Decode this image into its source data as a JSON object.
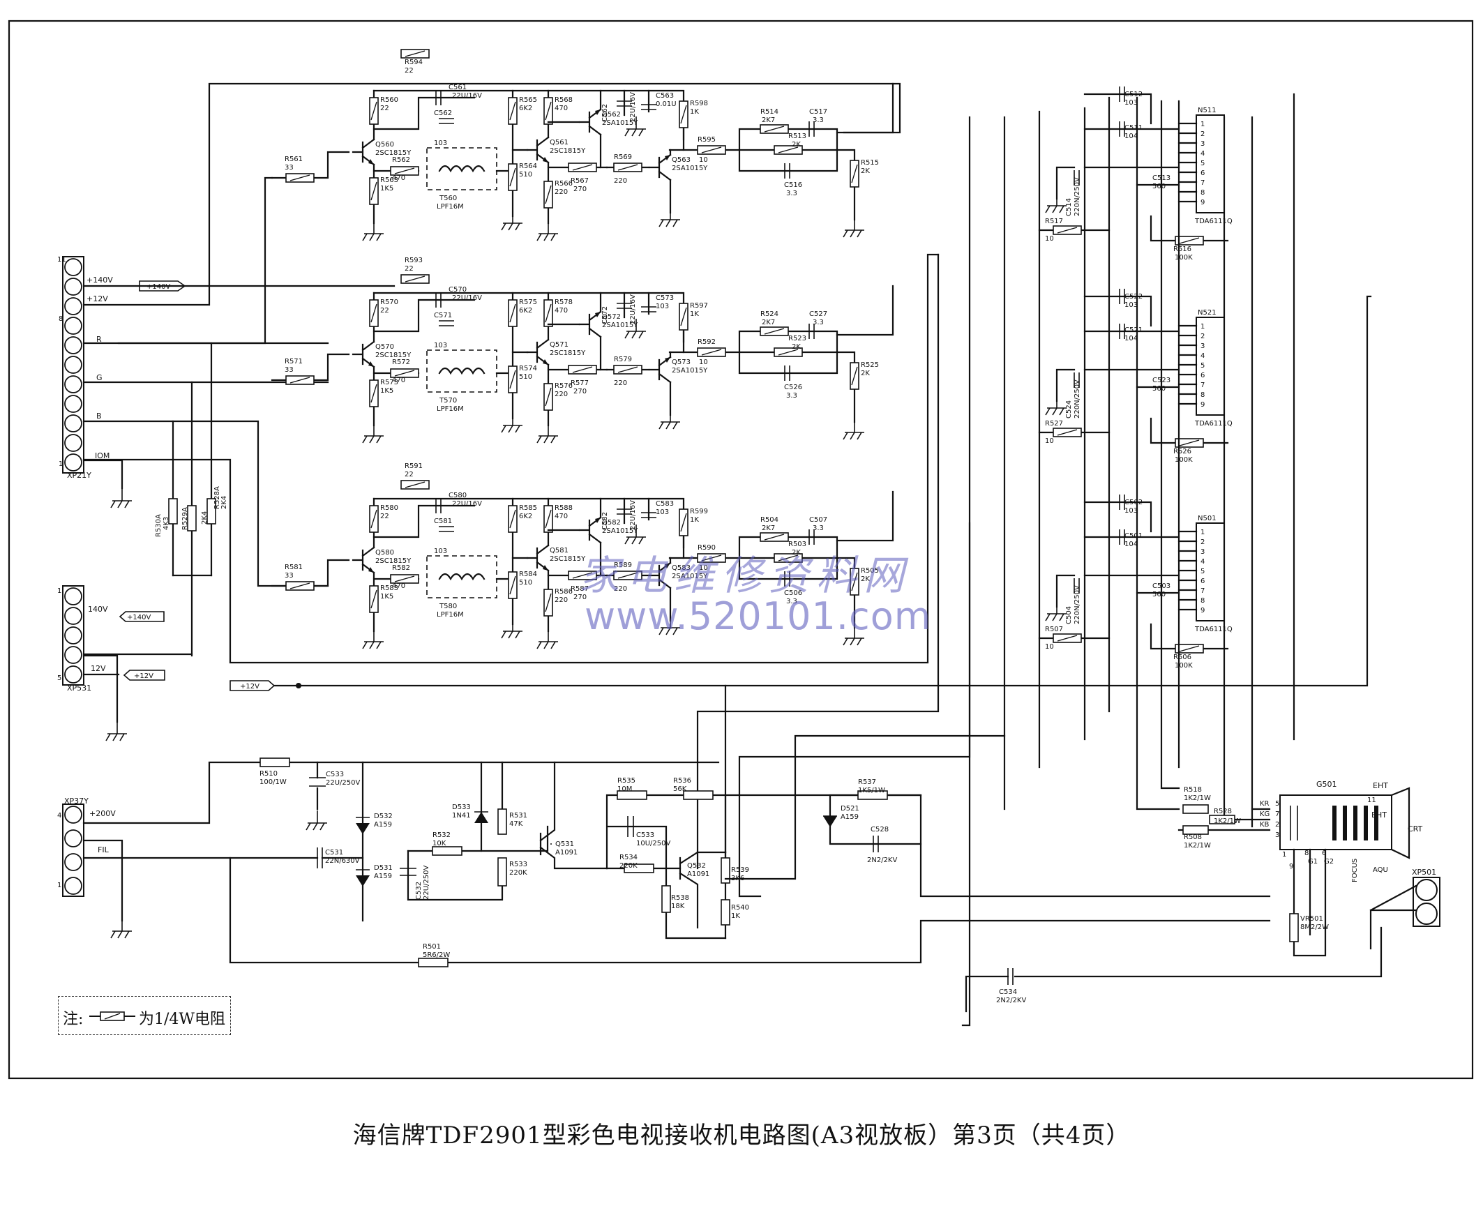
{
  "caption": "海信牌TDF2901型彩色电视接收机电路图(A3视放板）第3页（共4页）",
  "watermark": {
    "cn": "家电维修资料网",
    "url": "www.520101.com"
  },
  "note": {
    "prefix": "注:",
    "suffix": "为1/4W电阻"
  },
  "connectors": {
    "xp21y": {
      "name": "XP21Y",
      "pin_top": "11",
      "pin_8": "8",
      "pin_bottom": "1",
      "signals": [
        "+140V",
        "+12V",
        "R",
        "G",
        "B",
        "IOM"
      ],
      "net_140v": "+140V"
    },
    "xp531": {
      "name": "XP531",
      "pin_top": "1",
      "pin_bottom": "5",
      "signals": [
        "140V",
        "12V"
      ],
      "net_140v": "+140V",
      "net_12v": "+12V"
    },
    "xp37y": {
      "name": "XP37Y",
      "pin_top": "4",
      "pin_bottom": "1",
      "signals": [
        "+200V",
        "FIL"
      ]
    },
    "xp501": {
      "name": "XP501"
    }
  },
  "nets": {
    "v12_bus": "+12V"
  },
  "channels": [
    {
      "r_in": [
        "R561",
        "33"
      ],
      "r_top": [
        "R560",
        "22"
      ],
      "r_feed": [
        "R594",
        "22"
      ],
      "c_elec": [
        "C561",
        "22U/16V"
      ],
      "c_small": [
        "C562",
        "103"
      ],
      "q1": [
        "Q560",
        "2SC1815Y"
      ],
      "r_e1": [
        "R562",
        "470"
      ],
      "r_e2": [
        "R563",
        "1K5"
      ],
      "coil": [
        "T560",
        "LPF16M"
      ],
      "r_b2a": [
        "R565",
        "6K2"
      ],
      "r_b2b": [
        "R564",
        "510"
      ],
      "r_c2": [
        "R568",
        "470"
      ],
      "q2": [
        "Q561",
        "2SC1815Y"
      ],
      "r_e3": [
        "R566",
        "220"
      ],
      "r_e4": [
        "R567",
        "270"
      ],
      "c_big": [
        "C562",
        "22U/16V"
      ],
      "q3": [
        "Q562",
        "2SA1015Y"
      ],
      "c_03": [
        "C563",
        "0.01U"
      ],
      "r_c3": [
        "R598",
        "1K"
      ],
      "r_bq4": [
        "R569",
        "220"
      ],
      "q4": [
        "Q563",
        "2SA1015Y"
      ],
      "r_out": [
        "R595",
        "10"
      ],
      "r_tha": [
        "R514",
        "2K7"
      ],
      "c_tha": [
        "C517",
        "3.3"
      ],
      "r_pot": [
        "R513",
        "2K"
      ],
      "c_bot": [
        "C516",
        "3.3"
      ],
      "r_gnd": [
        "R515",
        "2K"
      ],
      "ic": "N511",
      "ic_type": "TDA6111Q",
      "c_ic1": [
        "C512",
        "103"
      ],
      "c_ic2": [
        "C511",
        "104"
      ],
      "c_ic3": [
        "C514",
        "220N/250V"
      ],
      "c_ic4": [
        "C513",
        "560"
      ],
      "r_fb": [
        "R517",
        "10"
      ],
      "r_ic": [
        "R516",
        "100K"
      ]
    },
    {
      "r_in": [
        "R571",
        "33"
      ],
      "r_top": [
        "R570",
        "22"
      ],
      "r_feed": [
        "R593",
        "22"
      ],
      "c_elec": [
        "C570",
        "22U/16V"
      ],
      "c_small": [
        "C571",
        "103"
      ],
      "q1": [
        "Q570",
        "2SC1815Y"
      ],
      "r_e1": [
        "R572",
        "470"
      ],
      "r_e2": [
        "R573",
        "1K5"
      ],
      "coil": [
        "T570",
        "LPF16M"
      ],
      "r_b2a": [
        "R575",
        "6K2"
      ],
      "r_b2b": [
        "R574",
        "510"
      ],
      "r_c2": [
        "R578",
        "470"
      ],
      "q2": [
        "Q571",
        "2SC1815Y"
      ],
      "r_e3": [
        "R576",
        "220"
      ],
      "r_e4": [
        "R577",
        "270"
      ],
      "c_big": [
        "C572",
        "22U/16V"
      ],
      "q3": [
        "Q572",
        "2SA1015Y"
      ],
      "c_03": [
        "C573",
        "103"
      ],
      "r_c3": [
        "R597",
        "1K"
      ],
      "r_bq4": [
        "R579",
        "220"
      ],
      "q4": [
        "Q573",
        "2SA1015Y"
      ],
      "r_out": [
        "R592",
        "10"
      ],
      "r_tha": [
        "R524",
        "2K7"
      ],
      "c_tha": [
        "C527",
        "3.3"
      ],
      "r_pot": [
        "R523",
        "2K"
      ],
      "c_bot": [
        "C526",
        "3.3"
      ],
      "r_gnd": [
        "R525",
        "2K"
      ],
      "ic": "N521",
      "ic_type": "TDA6111Q",
      "c_ic1": [
        "C522",
        "103"
      ],
      "c_ic2": [
        "C521",
        "104"
      ],
      "c_ic3": [
        "C524",
        "220N/250V"
      ],
      "c_ic4": [
        "C523",
        "560"
      ],
      "r_fb": [
        "R527",
        "10"
      ],
      "r_ic": [
        "R526",
        "100K"
      ]
    },
    {
      "r_in": [
        "R581",
        "33"
      ],
      "r_top": [
        "R580",
        "22"
      ],
      "r_feed": [
        "R591",
        "22"
      ],
      "c_elec": [
        "C580",
        "22U/16V"
      ],
      "c_small": [
        "C581",
        "103"
      ],
      "q1": [
        "Q580",
        "2SC1815Y"
      ],
      "r_e1": [
        "R582",
        "470"
      ],
      "r_e2": [
        "R583",
        "1K5"
      ],
      "coil": [
        "T580",
        "LPF16M"
      ],
      "r_b2a": [
        "R585",
        "6K2"
      ],
      "r_b2b": [
        "R584",
        "510"
      ],
      "r_c2": [
        "R588",
        "470"
      ],
      "q2": [
        "Q581",
        "2SC1815Y"
      ],
      "r_e3": [
        "R586",
        "220"
      ],
      "r_e4": [
        "R587",
        "270"
      ],
      "c_big": [
        "C582",
        "22U/16V"
      ],
      "q3": [
        "Q582",
        "2SA1015Y"
      ],
      "c_03": [
        "C583",
        "103"
      ],
      "r_c3": [
        "R599",
        "1K"
      ],
      "r_bq4": [
        "R589",
        "220"
      ],
      "q4": [
        "Q583",
        "2SA1015Y"
      ],
      "r_out": [
        "R590",
        "10"
      ],
      "r_tha": [
        "R504",
        "2K7"
      ],
      "c_tha": [
        "C507",
        "3.3"
      ],
      "r_pot": [
        "R503",
        "2K"
      ],
      "c_bot": [
        "C506",
        "3.3"
      ],
      "r_gnd": [
        "R505",
        "2K"
      ],
      "ic": "N501",
      "ic_type": "TDA6111Q",
      "c_ic1": [
        "C502",
        "103"
      ],
      "c_ic2": [
        "C501",
        "104"
      ],
      "c_ic3": [
        "C504",
        "220N/250V"
      ],
      "c_ic4": [
        "C503",
        "560"
      ],
      "r_fb": [
        "R507",
        "10"
      ],
      "r_ic": [
        "R506",
        "100K"
      ]
    }
  ],
  "resistors_misc": [
    {
      "ref": "R530A",
      "val": "4K3"
    },
    {
      "ref": "R529A",
      "val": "2K4"
    },
    {
      "ref": "R528A",
      "val": "2K4"
    }
  ],
  "power": {
    "r510": [
      "R510",
      "100/1W"
    ],
    "c533a": [
      "C533",
      "22U/250V"
    ],
    "d532": [
      "D532",
      "A159"
    ],
    "d531": [
      "D531",
      "A159"
    ],
    "c531": [
      "C531",
      "22N/630V"
    ],
    "d533": [
      "D533",
      "1N41"
    ],
    "r531": [
      "R531",
      "47K"
    ],
    "r532": [
      "R532",
      "10K"
    ],
    "c532": [
      "C532",
      "22U/250V"
    ],
    "r533": [
      "R533",
      "220K"
    ],
    "q531": [
      "Q531",
      "A1091"
    ],
    "r535": [
      "R535",
      "10M"
    ],
    "c533b": [
      "C533",
      "10U/250V"
    ],
    "r536": [
      "R536",
      "56K"
    ],
    "r534": [
      "R534",
      "220K"
    ],
    "q532": [
      "Q532",
      "A1091"
    ],
    "r538": [
      "R538",
      "18K"
    ],
    "r539": [
      "R539",
      "3K6"
    ],
    "r540": [
      "R540",
      "1K"
    ],
    "r537": [
      "R537",
      "1K5/1W"
    ],
    "d521": [
      "D521",
      "A159"
    ],
    "c528": [
      "C528",
      "2N2/2KV"
    ],
    "r501": [
      "R501",
      "5R6/2W"
    ],
    "c534": [
      "C534",
      "2N2/2KV"
    ]
  },
  "crt": {
    "socket": "G501",
    "label": "CRT",
    "eht": "EHT",
    "aqu": "AQU",
    "focus": "FOCUS",
    "g1": "G1",
    "g2": "G2",
    "vr": [
      "VR501",
      "8M2/2W"
    ],
    "r518": [
      "R518",
      "1K2/1W"
    ],
    "r528": [
      "R528",
      "1K2/1W"
    ],
    "r508": [
      "R508",
      "1K2/1W"
    ],
    "kr": "KR",
    "kg": "KG",
    "kb": "KB",
    "pins": {
      "kr": "5",
      "kg": "7",
      "kb": "2",
      "p3": "3",
      "p1": "1",
      "p9": "9",
      "p8": "8",
      "p6": "6",
      "p11": "11"
    }
  }
}
